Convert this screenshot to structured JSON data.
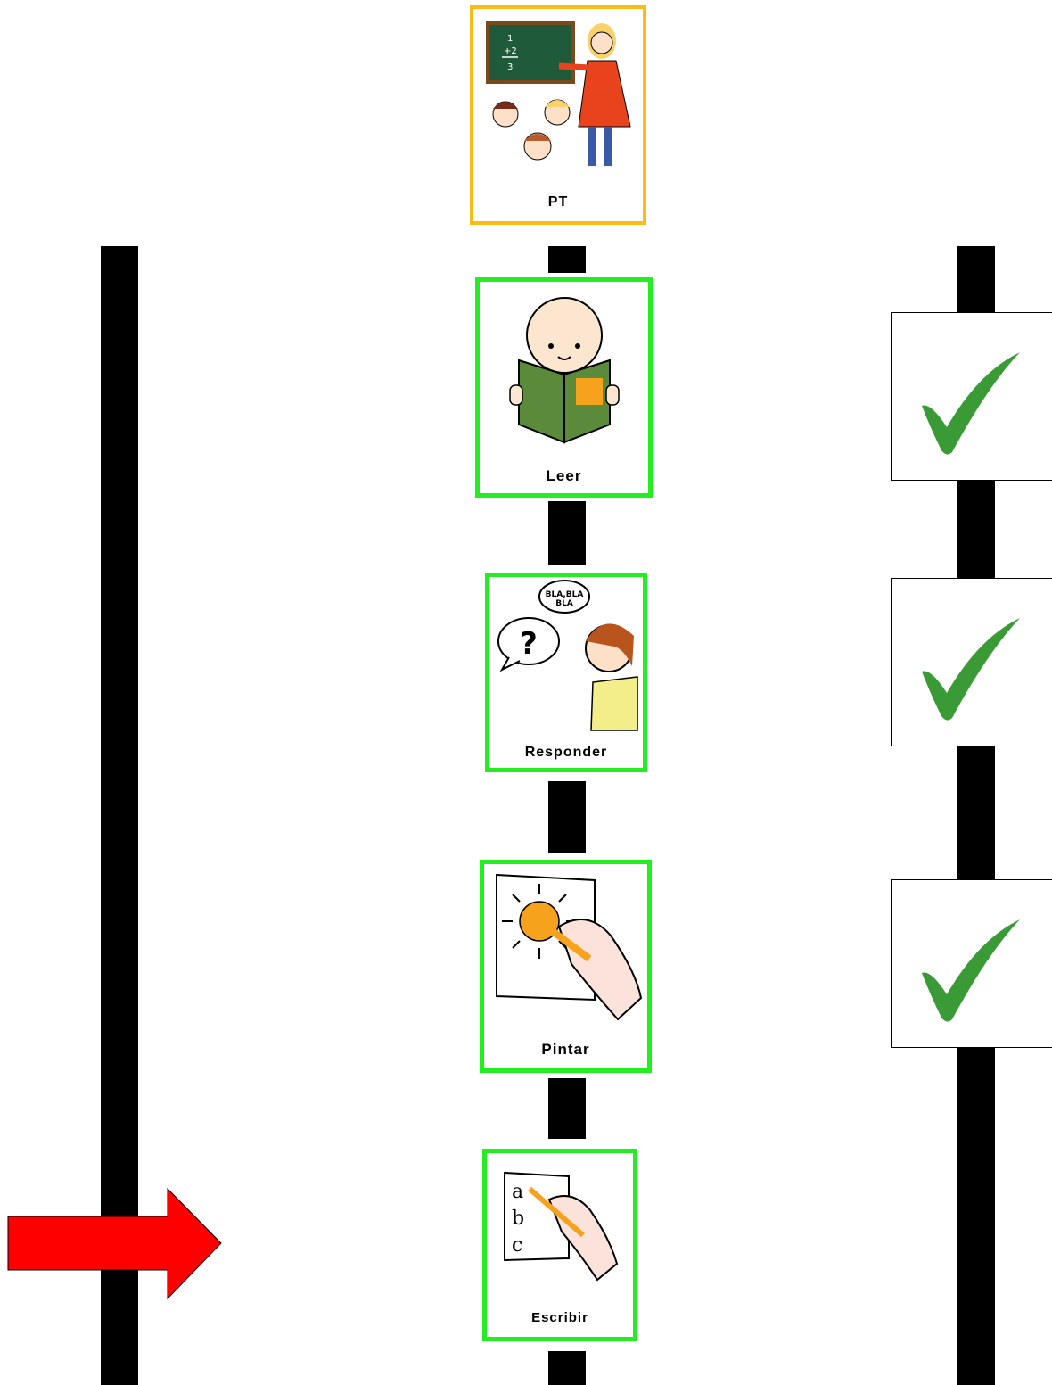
{
  "schedule": {
    "header_card": {
      "label": "PT",
      "border_color": "#fbbd13",
      "icon": "teacher-classroom-icon"
    },
    "activities": [
      {
        "label": "Leer",
        "icon": "reading-book-icon",
        "status": "done"
      },
      {
        "label": "Responder",
        "icon": "speech-question-icon",
        "status": "done"
      },
      {
        "label": "Pintar",
        "icon": "painting-sun-icon",
        "status": "done"
      },
      {
        "label": "Escribir",
        "icon": "writing-abc-icon",
        "status": "current"
      }
    ],
    "card_border_color": "#22ee22",
    "done_marker_icon": "checkmark-icon",
    "done_marker_color": "#3a9a36",
    "current_marker_icon": "arrow-right-icon",
    "current_marker_color": "#ff0000"
  }
}
